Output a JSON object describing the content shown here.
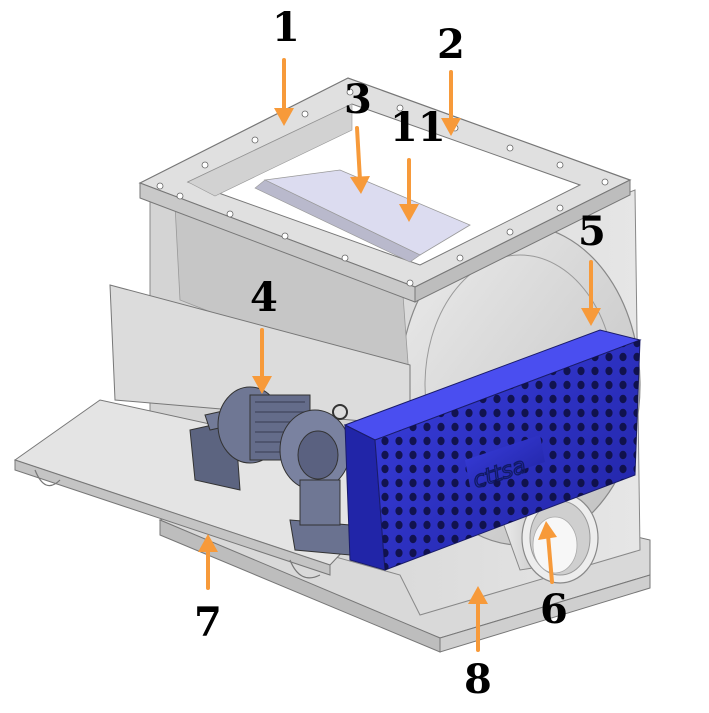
{
  "labels": {
    "l1": "1",
    "l2": "2",
    "l3": "3",
    "l4": "4",
    "l5": "5",
    "l6": "6",
    "l7": "7",
    "l8": "8",
    "l11": "11"
  },
  "guard_logo": "cttsa",
  "colors": {
    "arrow": "#f79a3a",
    "steel": "#d6d6d6",
    "steel_dark": "#a9a9a9",
    "guard_blue": "#2b2fc0",
    "motor": "#6b7390"
  }
}
